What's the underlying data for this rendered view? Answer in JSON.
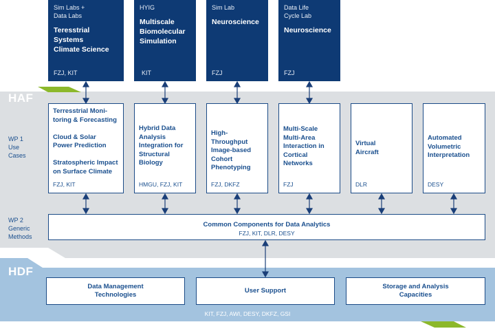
{
  "top_labs": [
    {
      "kind": "Sim Labs +\nData Labs",
      "title": "Teresstrial Systems\nClimate Science",
      "inst": "FZJ, KIT"
    },
    {
      "kind": "HYIG",
      "title": "Multiscale\nBiomolecular\nSimulation",
      "inst": "KIT"
    },
    {
      "kind": "Sim Lab",
      "title": "Neuroscience",
      "inst": "FZJ"
    },
    {
      "kind": "Data Life\nCycle Lab",
      "title": "Neuroscience",
      "inst": "FZJ"
    }
  ],
  "haf_label": "HAF",
  "hdf_label": "HDF",
  "wp1_label": "WP 1\nUse\nCases",
  "wp2_label": "WP 2\nGeneric\nMethods",
  "use_cases": [
    {
      "title": "Terresstrial Moni-\ntoring & Forecasting\n\nCloud & Solar\nPower Prediction\n\nStratospheric Impact\non Surface Climate",
      "inst": "FZJ, KIT"
    },
    {
      "title": "Hybrid Data\nAnalysis\nIntegration for\nStructural\nBiology",
      "inst": "HMGU, FZJ, KIT"
    },
    {
      "title": "High-Throughput\nImage-based\nCohort\nPhenotyping",
      "inst": "FZJ, DKFZ"
    },
    {
      "title": "Multi-Scale\nMulti-Area\nInteraction in\nCortical\nNetworks",
      "inst": "FZJ"
    },
    {
      "title": "Virtual\nAircraft",
      "inst": "DLR"
    },
    {
      "title": "Automated\nVolumetric\nInterpretation",
      "inst": "DESY"
    }
  ],
  "common": {
    "title": "Common Components for Data Analytics",
    "inst": "FZJ, KIT, DLR, DESY"
  },
  "hdf_boxes": [
    {
      "title": "Data Management\nTechnologies"
    },
    {
      "title": "User Support"
    },
    {
      "title": "Storage and Analysis\nCapacities"
    }
  ],
  "hdf_inst": "KIT, FZJ, AWI, DESY, DKFZ, GSI",
  "colors": {
    "navy": "#0e3a74",
    "gray_band": "#dcdfe2",
    "hdf_band": "#a3c3df",
    "green_accent": "#8cb82b",
    "text_blue": "#1a4f8e"
  }
}
